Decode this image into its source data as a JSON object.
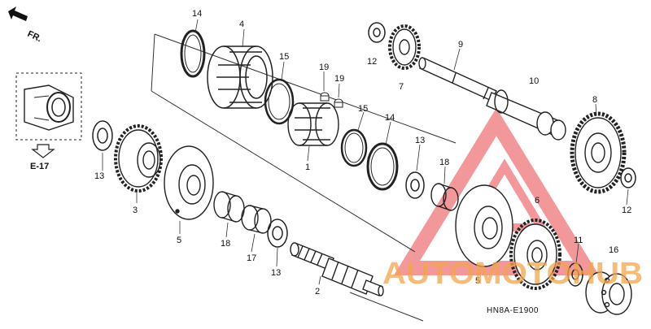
{
  "direction": {
    "label": "FR."
  },
  "reference": {
    "label": "E-17"
  },
  "diagram_code": "HN8A-E1900",
  "watermark": {
    "text": "AUTOMOTOHUB",
    "color": "#f2a54a",
    "triangle_color": "#e8454b"
  },
  "labels": {
    "p14a": "14",
    "p4": "4",
    "p15a": "15",
    "p19a": "19",
    "p19b": "19",
    "p12a": "12",
    "p7": "7",
    "p9": "9",
    "p10": "10",
    "p8": "8",
    "p13a": "13",
    "p3": "3",
    "p5a": "5",
    "p1": "1",
    "p15b": "15",
    "p14b": "14",
    "p13b": "13",
    "p18a": "18",
    "p12b": "12",
    "p6": "6",
    "p18b": "18",
    "p17": "17",
    "p13c": "13",
    "p2": "2",
    "p11": "11",
    "p16": "16",
    "p5b": "5"
  }
}
